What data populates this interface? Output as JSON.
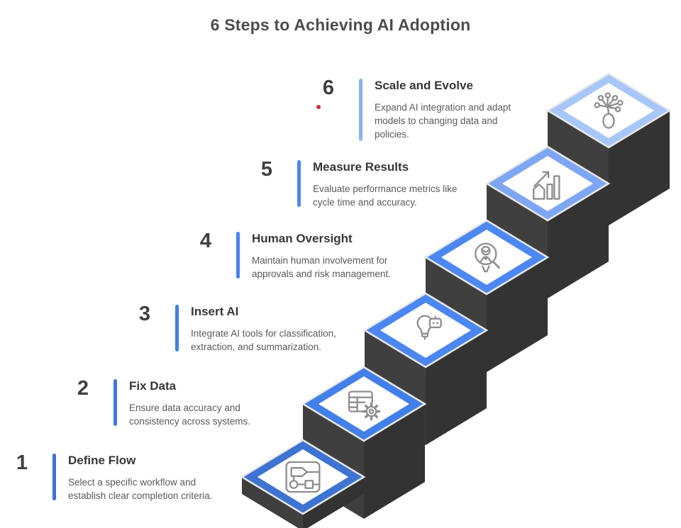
{
  "title": "6 Steps to Achieving AI Adoption",
  "steps": [
    {
      "number": "1",
      "title": "Define Flow",
      "desc": [
        "Select a specific workflow and",
        "establish clear completion criteria."
      ],
      "accent": "#3b70ce",
      "tile": "#3e73d2",
      "icon": "flowchart-icon"
    },
    {
      "number": "2",
      "title": "Fix Data",
      "desc": [
        "Ensure data accuracy and",
        "consistency across systems."
      ],
      "accent": "#3e7adf",
      "tile": "#437fe8",
      "icon": "table-gear-icon"
    },
    {
      "number": "3",
      "title": "Insert AI",
      "desc": [
        "Integrate AI tools for classification,",
        "extraction, and summarization."
      ],
      "accent": "#4080e8",
      "tile": "#4c86f0",
      "icon": "lightbulb-ai-icon"
    },
    {
      "number": "4",
      "title": "Human Oversight",
      "desc": [
        "Maintain human involvement for",
        "approvals and risk management."
      ],
      "accent": "#4484ef",
      "tile": "#4d88f2",
      "icon": "person-magnifier-icon"
    },
    {
      "number": "5",
      "title": "Measure Results",
      "desc": [
        "Evaluate performance metrics like",
        "cycle time and accuracy."
      ],
      "accent": "#4c88ee",
      "tile": "#7ea6f2",
      "icon": "growth-chart-icon"
    },
    {
      "number": "6",
      "title": "Scale and Evolve",
      "desc": [
        "Expand AI integration and adapt",
        "models to changing data and",
        "policies."
      ],
      "accent": "#8cb2f0",
      "tile": "#a8c6f8",
      "icon": "network-tree-icon"
    }
  ],
  "colors": {
    "stair_left": "#3f3f3f",
    "stair_right": "#333333",
    "tile_inner": "#ffffff",
    "icon_stroke": "#8f8f8f",
    "edge_highlight": "#e8e8e8",
    "title_text": "#4d4d4d",
    "step_title_text": "#373737",
    "body_text": "#5a5a5a",
    "number_text": "#3f3f3f",
    "red_dot": "#cc3333"
  }
}
